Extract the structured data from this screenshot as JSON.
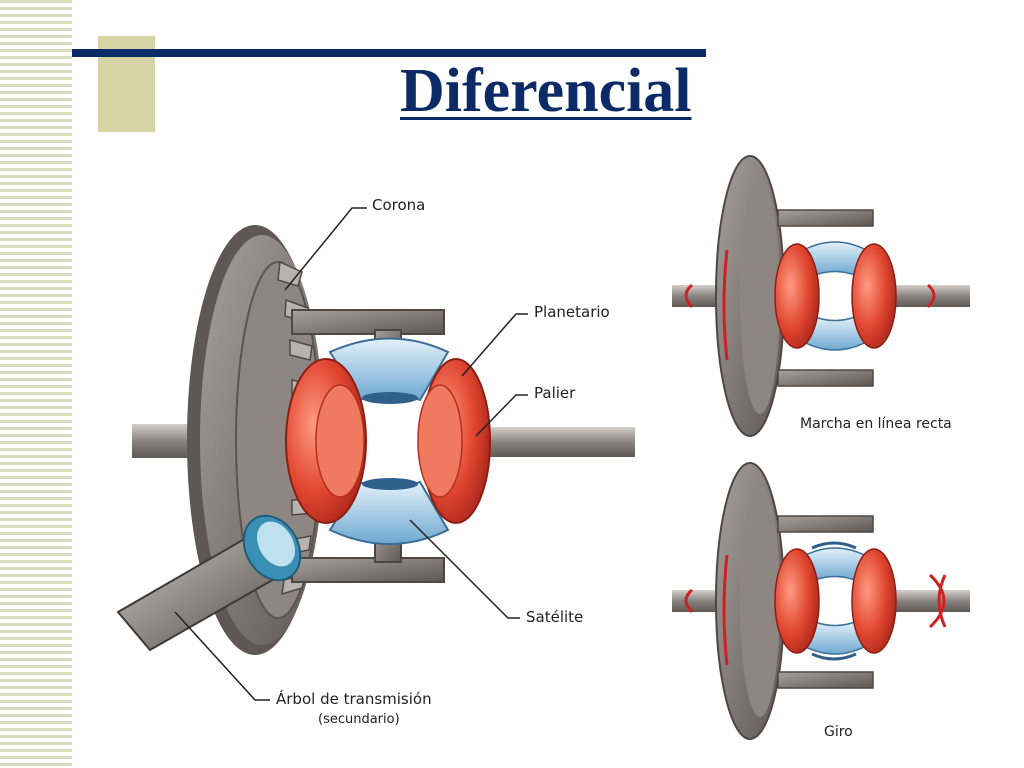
{
  "title": "Diferencial",
  "labels": {
    "corona": "Corona",
    "planetario": "Planetario",
    "palier": "Palier",
    "satelite": "Satélite",
    "arbol": "Árbol de transmisión",
    "arbol_sub": "(secundario)",
    "recta": "Marcha en línea recta",
    "giro": "Giro"
  },
  "colors": {
    "title": "#0c2a66",
    "accent_square": "#d6d3a6",
    "stripes": "#d9dcc3",
    "gear_red": "#e0452f",
    "gear_blue": "#a9d1ea",
    "metal": "#8c8582",
    "arrow": "#d02020"
  }
}
